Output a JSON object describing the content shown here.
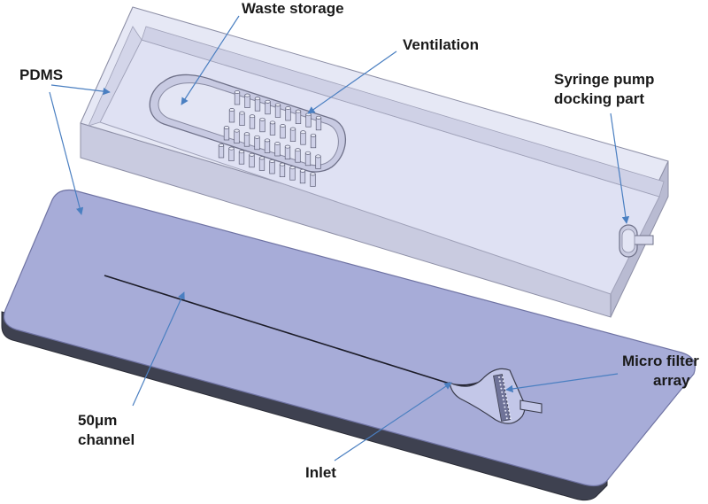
{
  "labels": {
    "waste_storage": "Waste storage",
    "ventilation": "Ventilation",
    "pdms": "PDMS",
    "syringe_line1": "Syringe pump",
    "syringe_line2": "docking part",
    "micro_filter_line1": "Micro filter",
    "micro_filter_line2": "array",
    "channel_line1": "50μm",
    "channel_line2": "channel",
    "inlet": "Inlet"
  },
  "colors": {
    "top_face": "#dfe1f3",
    "wall_face": "#c9cbe0",
    "wall_side": "#b8bad1",
    "slab_top": "#a7acd8",
    "slab_edge": "#3e4150",
    "channel": "#1c1c28",
    "leader": "#4a7fc1"
  }
}
